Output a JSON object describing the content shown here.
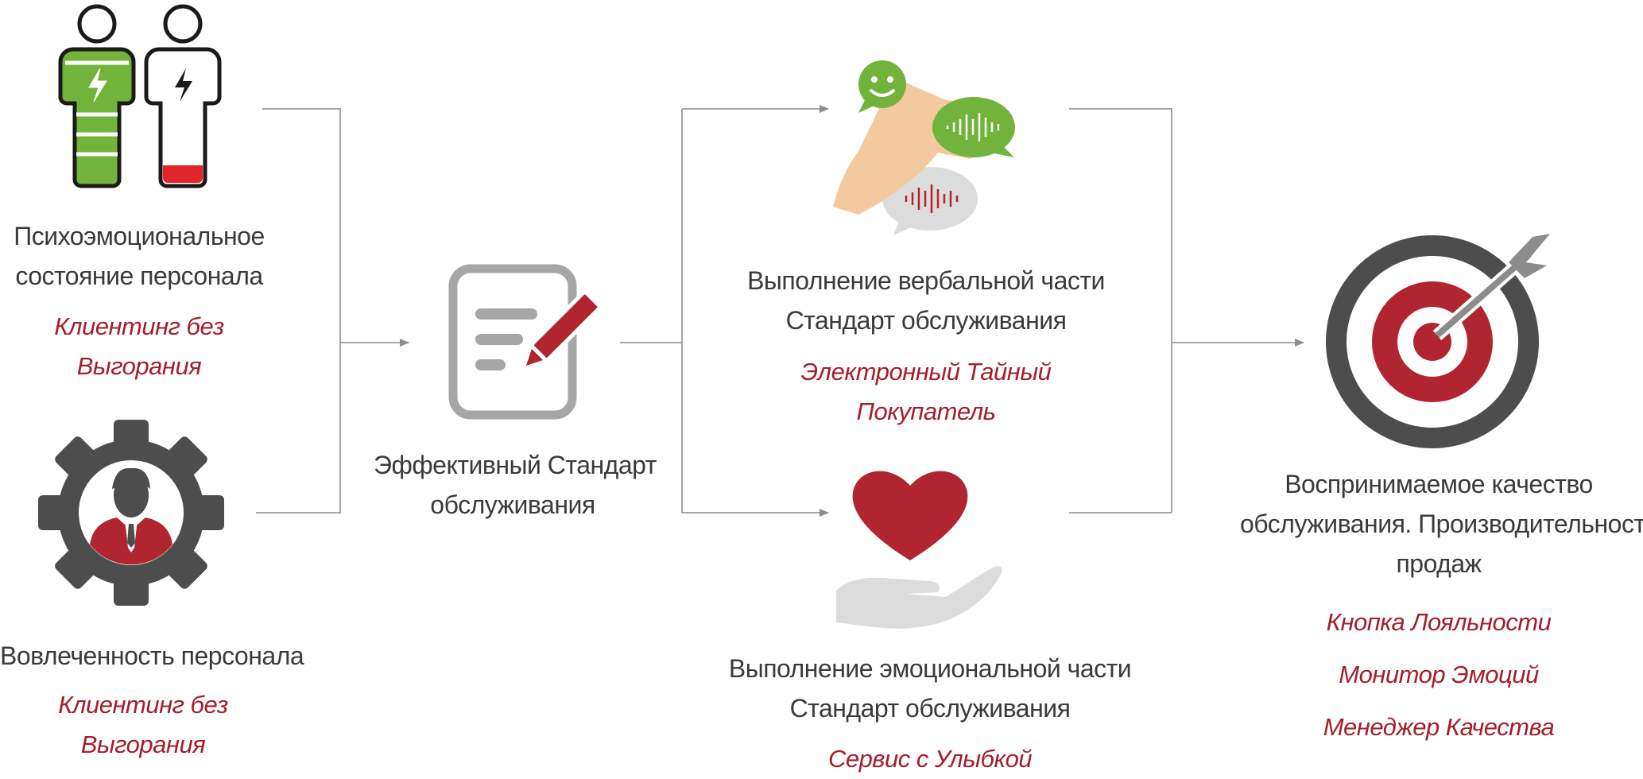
{
  "nodes": {
    "psycho": {
      "title_lines": [
        "Психоэмоциональное",
        "состояние персонала"
      ],
      "tool": "Клиентинг без Выгорания"
    },
    "engagement": {
      "title_lines": [
        "Вовлеченность персонала"
      ],
      "tool": "Клиентинг без Выгорания"
    },
    "standard": {
      "title_lines": [
        "Эффективный Стандарт",
        "обслуживания"
      ]
    },
    "verbal": {
      "title_lines": [
        "Выполнение вербальной части",
        "Стандарт обслуживания"
      ],
      "tool": "Электронный Тайный Покупатель"
    },
    "emotional": {
      "title_lines": [
        "Выполнение эмоциональной части",
        "Стандарт обслуживания"
      ],
      "tool": "Сервис с Улыбкой"
    },
    "quality": {
      "title_lines": [
        "Воспринимаемое качество",
        "обслуживания. Производительность",
        "продаж"
      ],
      "tools": [
        "Кнопка Лояльности",
        "Монитор Эмоций",
        "Менеджер Качества"
      ]
    }
  },
  "icons": {
    "people_battery": "people-battery-icon",
    "gear_person": "gear-person-icon",
    "document_pen": "document-pen-icon",
    "chat_hand": "chat-bubbles-hand-icon",
    "heart_hand": "heart-hand-icon",
    "target": "target-arrow-icon"
  },
  "colors": {
    "text": "#3a3a3a",
    "accent_red": "#a41e2a",
    "green": "#72b33b",
    "dark_gray": "#4d4d4d",
    "light_gray": "#a6a6a6",
    "connector": "#9a9a9a"
  }
}
